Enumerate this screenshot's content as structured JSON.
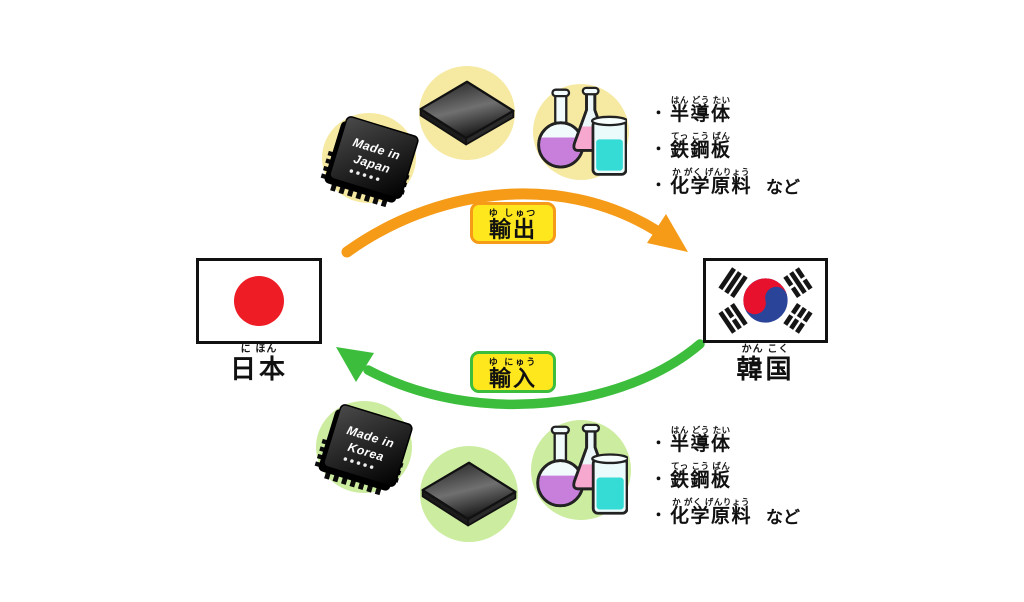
{
  "list_bullet": "・",
  "countries": {
    "japan": {
      "name": "日本",
      "furigana": "に ほん"
    },
    "korea": {
      "name": "韓国",
      "furigana": "かん こく"
    }
  },
  "flows": {
    "export": {
      "label": "輸出",
      "furigana": "ゆ しゅつ",
      "arrow_color": "#F59B18",
      "box_fill": "#FFE71E"
    },
    "import": {
      "label": "輸入",
      "furigana": "ゆ にゅう",
      "arrow_color": "#3CBE3C",
      "box_fill": "#FFE71E"
    }
  },
  "exported_goods": {
    "chip_text_top": "Made in",
    "chip_text_bottom": "Japan",
    "bubble_color": "#F6E9A2",
    "items": [
      {
        "reading": "はん どう たい",
        "text": "半導体",
        "suffix": ""
      },
      {
        "reading": "てっ こう ばん",
        "text": "鉄鋼板",
        "suffix": ""
      },
      {
        "reading": "か がく げんりょう",
        "text": "化学原料",
        "suffix": "など"
      }
    ]
  },
  "imported_goods": {
    "chip_text_top": "Made in",
    "chip_text_bottom": "Korea",
    "bubble_color": "#CCECA0",
    "items": [
      {
        "reading": "はん どう たい",
        "text": "半導体",
        "suffix": ""
      },
      {
        "reading": "てっ こう ばん",
        "text": "鉄鋼板",
        "suffix": ""
      },
      {
        "reading": "か がく げんりょう",
        "text": "化学原料",
        "suffix": "など"
      }
    ]
  },
  "flag_colors": {
    "japan_red": "#EE1C25",
    "korea_red": "#E8112D",
    "korea_blue": "#2A449A"
  }
}
